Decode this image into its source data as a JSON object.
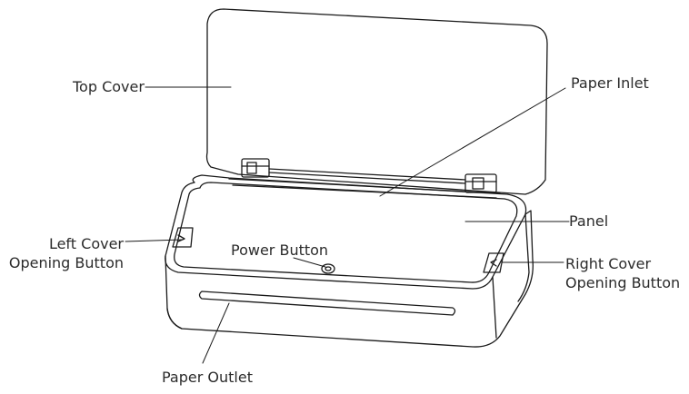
{
  "labels": {
    "top_cover": "Top Cover",
    "paper_inlet": "Paper Inlet",
    "panel": "Panel",
    "left_cover_button_line1": "Left Cover",
    "left_cover_button_line2": "Opening Button",
    "power_button": "Power Button",
    "right_cover_button_line1": "Right Cover",
    "right_cover_button_line2": "Opening Button",
    "paper_outlet": "Paper Outlet"
  },
  "colors": {
    "stroke": "#1a1a1a",
    "text": "#2b2b2b",
    "background": "#ffffff"
  }
}
